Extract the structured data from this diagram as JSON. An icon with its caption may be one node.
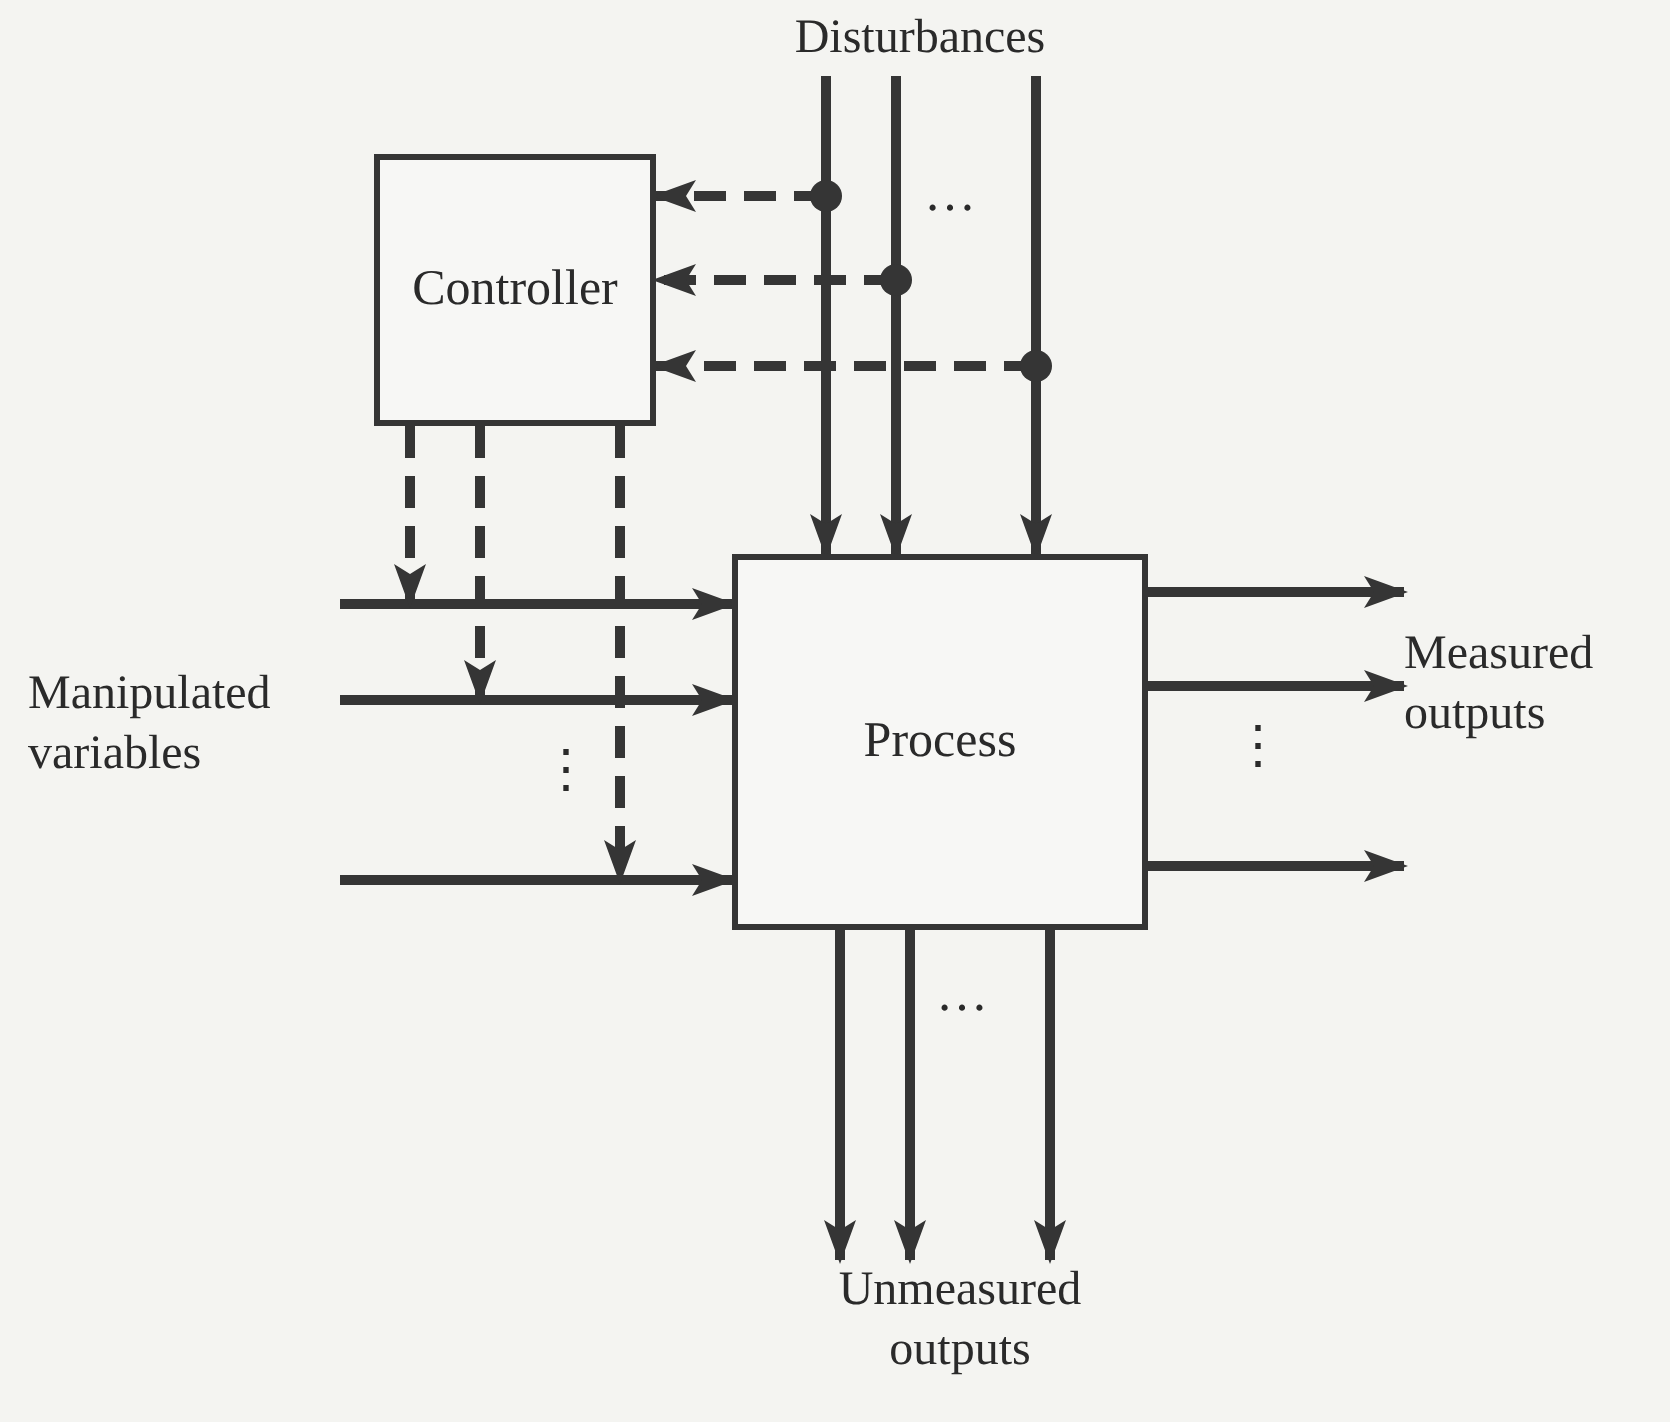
{
  "diagram": {
    "nodes": [
      {
        "text": [
          "Controller"
        ]
      },
      {
        "text": [
          "Process"
        ]
      },
      {
        "text": [
          "Disturbances"
        ]
      },
      {
        "text": [
          "Manipulated variables"
        ]
      },
      {
        "text": [
          "Measured outputs"
        ]
      },
      {
        "text": [
          "Unmeasured outputs"
        ]
      }
    ],
    "edges": [
      {
        "from": 2,
        "to": 1,
        "arrow": "to"
      },
      {
        "from": 2,
        "to": 1,
        "arrow": "to"
      },
      {
        "from": 2,
        "to": 1,
        "arrow": "to"
      },
      {
        "from": null,
        "to": 0,
        "arrow": "to",
        "style": "dashed"
      },
      {
        "from": null,
        "to": 0,
        "arrow": "to",
        "style": "dashed"
      },
      {
        "from": null,
        "to": 0,
        "arrow": "to",
        "style": "dashed"
      },
      {
        "from": 3,
        "to": 1,
        "arrow": "to"
      },
      {
        "from": 3,
        "to": 1,
        "arrow": "to"
      },
      {
        "from": 3,
        "to": 1,
        "arrow": "to"
      },
      {
        "from": 0,
        "to": null,
        "arrow": "to",
        "style": "dashed"
      },
      {
        "from": 0,
        "to": null,
        "arrow": "to",
        "style": "dashed"
      },
      {
        "from": 0,
        "to": null,
        "arrow": "to",
        "style": "dashed"
      },
      {
        "from": 1,
        "to": 4,
        "arrow": "to"
      },
      {
        "from": 1,
        "to": 4,
        "arrow": "to"
      },
      {
        "from": 1,
        "to": 4,
        "arrow": "to"
      },
      {
        "from": 1,
        "to": 5,
        "arrow": "to"
      },
      {
        "from": 1,
        "to": 5,
        "arrow": "to"
      },
      {
        "from": 1,
        "to": 5,
        "arrow": "to"
      }
    ],
    "labels": [
      "…",
      "⋮",
      "⋮",
      "…"
    ]
  }
}
